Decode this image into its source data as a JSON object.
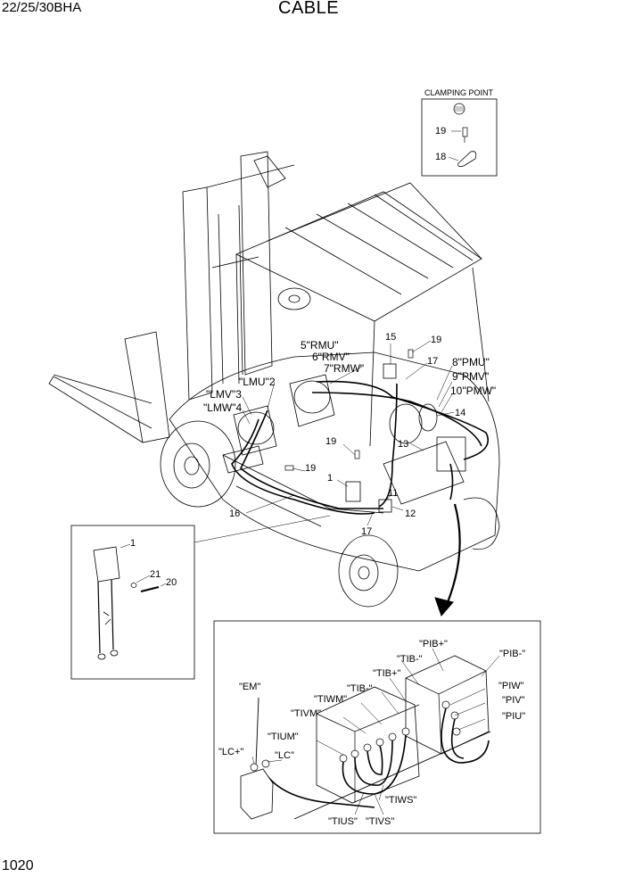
{
  "header": {
    "model": "22/25/30BHA",
    "title": "CABLE"
  },
  "footer": {
    "page_number": "1020"
  },
  "clamp_box": {
    "title": "CLAMPING POINT",
    "part_a": "19",
    "part_b": "18"
  },
  "main_callouts": {
    "c15": "15",
    "c19a": "19",
    "c17a": "17",
    "rmu": "5\"RMU\"",
    "rmv": "6\"RMV\"",
    "rmw": "7\"RMW\"",
    "lmu": "\"LMU\"2",
    "lmv": "\"LMV\"3",
    "lmw": "\"LMW\"4",
    "pmu": "8\"PMU\"",
    "pmv": "9\"PMV\"",
    "pmw": "10\"PMW\"",
    "c14": "14",
    "c13": "13",
    "c19b": "19",
    "c19c": "19",
    "c1": "1",
    "c11": "11",
    "c12": "12",
    "c16": "16",
    "c17b": "17"
  },
  "inset_left": {
    "c1": "1",
    "c21": "21",
    "c20": "20"
  },
  "detail": {
    "pib_plus": "\"PIB+\"",
    "tib_minus_a": "\"TIB-\"",
    "pib_minus": "\"PIB-\"",
    "tib_plus": "\"TIB+\"",
    "em": "\"EM\"",
    "tib_minus_b": "\"TIB-\"",
    "piw": "\"PIW\"",
    "tiwm": "\"TIWM\"",
    "piv": "\"PIV\"",
    "tivm": "\"TIVM\"",
    "piu": "\"PIU\"",
    "tium": "\"TIUM\"",
    "lc_plus": "\"LC+\"",
    "lc": "\"LC\"",
    "tiws": "\"TIWS\"",
    "tius": "\"TIUS\"",
    "tivs": "\"TIVS\""
  }
}
